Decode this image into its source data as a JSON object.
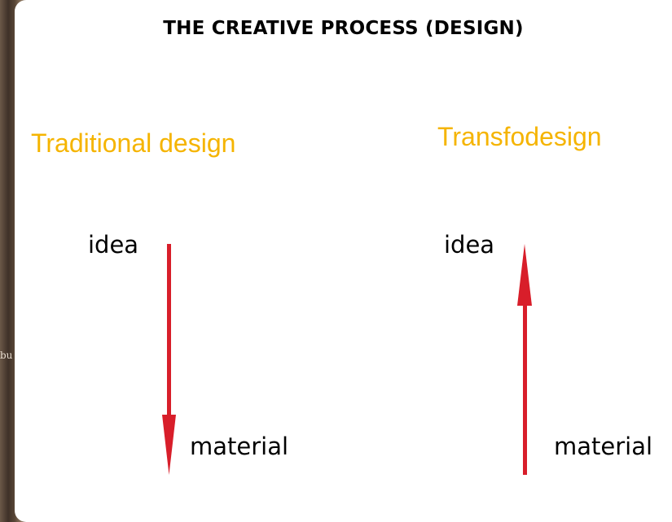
{
  "title": "THE CREATIVE PROCESS (DESIGN)",
  "left": {
    "heading": "Traditional design",
    "top_label": "idea",
    "bottom_label": "material",
    "arrow_direction": "down"
  },
  "right": {
    "heading": "Transfodesign",
    "top_label": "idea",
    "bottom_label": "material",
    "arrow_direction": "up"
  },
  "colors": {
    "heading": "#f5b400",
    "arrow": "#d81e2a",
    "text": "#000000",
    "background": "#ffffff"
  },
  "background_edge_text": "bu"
}
